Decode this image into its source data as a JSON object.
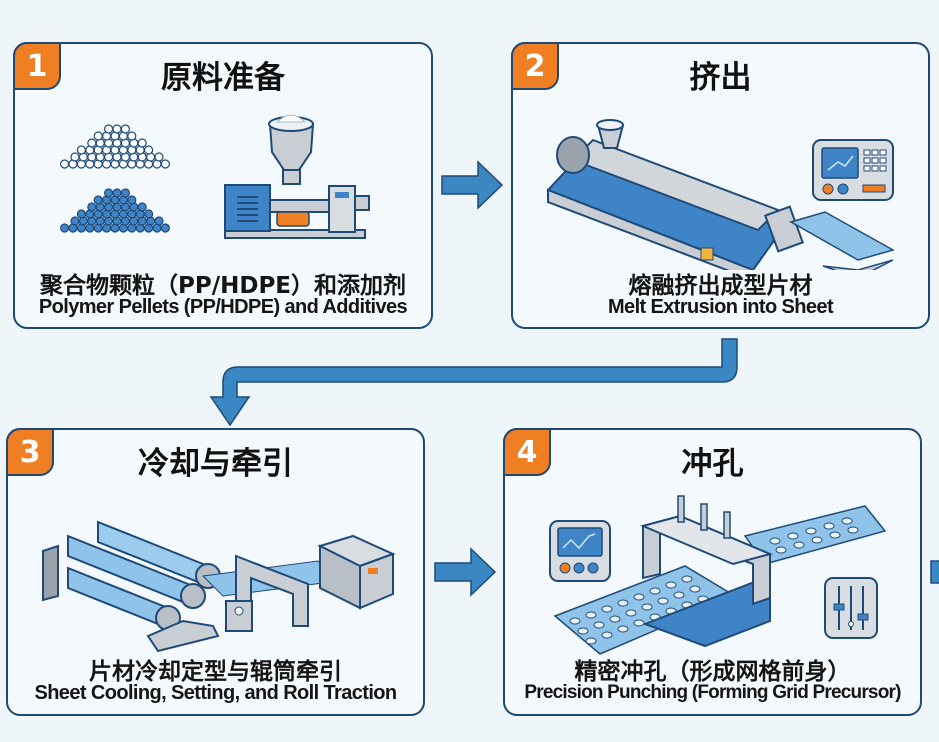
{
  "diagram_title": "",
  "colors": {
    "badge": "#ef7f22",
    "border": "#1f4a78",
    "arrow": "#3a87c4",
    "machine_blue": "#3f84c6",
    "sheet_blue": "#8fc3ea",
    "steel": "#c9ced4",
    "background": "#eef6f9"
  },
  "steps": [
    {
      "number": "1",
      "title": "原料准备",
      "caption_zh": "聚合物颗粒（PP/HDPE）和添加剂",
      "caption_en": "Polymer Pellets (PP/HDPE) and Additives",
      "icons": [
        "white-pellets-pile-icon",
        "blue-pellets-pile-icon",
        "hopper-mixer-machine-icon"
      ]
    },
    {
      "number": "2",
      "title": "挤出",
      "caption_zh": "熔融挤出成型片材",
      "caption_en": "Melt Extrusion into Sheet",
      "icons": [
        "extruder-machine-icon",
        "control-panel-icon",
        "plastic-sheet-icon"
      ]
    },
    {
      "number": "3",
      "title": "冷却与牵引",
      "caption_zh": "片材冷却定型与辊筒牵引",
      "caption_en": "Sheet Cooling, Setting, and Roll Traction",
      "icons": [
        "cooling-rollers-icon",
        "guide-frame-icon",
        "haul-off-unit-icon"
      ]
    },
    {
      "number": "4",
      "title": "冲孔",
      "caption_zh": "精密冲孔（形成网格前身）",
      "caption_en": "Precision Punching (Forming Grid Precursor)",
      "icons": [
        "monitor-icon",
        "punch-press-icon",
        "perforated-sheet-icon",
        "sliders-icon"
      ]
    }
  ],
  "flow": [
    "1 → 2",
    "2 → 3",
    "3 → 4",
    "4 → (continues)"
  ]
}
